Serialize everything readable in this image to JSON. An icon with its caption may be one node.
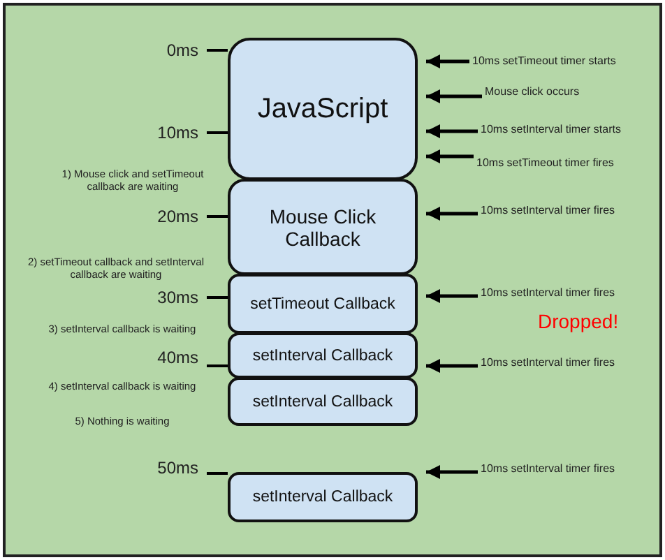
{
  "diagram": {
    "nodes": [
      {
        "text": [
          "JavaScript"
        ]
      },
      {
        "text": [
          "Mouse Click Callback"
        ]
      },
      {
        "text": [
          "setTimeout Callback"
        ]
      },
      {
        "text": [
          "setInterval Callback"
        ]
      },
      {
        "text": [
          "setInterval Callback"
        ]
      },
      {
        "text": [
          "setInterval Callback"
        ]
      },
      {
        "text": [
          "10ms setTimeout timer starts"
        ]
      },
      {
        "text": [
          "Mouse click occurs"
        ]
      },
      {
        "text": [
          "10ms setInterval timer starts"
        ]
      },
      {
        "text": [
          "10ms setTimeout timer fires"
        ]
      },
      {
        "text": [
          "10ms setInterval timer fires"
        ]
      },
      {
        "text": [
          "10ms setInterval timer fires"
        ]
      },
      {
        "text": [
          "10ms setInterval timer fires"
        ]
      },
      {
        "text": [
          "10ms setInterval timer fires"
        ]
      },
      {
        "text": [
          "0ms"
        ]
      },
      {
        "text": [
          "10ms"
        ]
      },
      {
        "text": [
          "20ms"
        ]
      },
      {
        "text": [
          "30ms"
        ]
      },
      {
        "text": [
          "40ms"
        ]
      },
      {
        "text": [
          "50ms"
        ]
      }
    ],
    "edges": [
      {
        "from": 6,
        "to": 0,
        "arrow": "to"
      },
      {
        "from": 7,
        "to": 0,
        "arrow": "to"
      },
      {
        "from": 8,
        "to": 0,
        "arrow": "to"
      },
      {
        "from": 9,
        "to": 0,
        "arrow": "to"
      },
      {
        "from": 10,
        "to": 1,
        "arrow": "to"
      },
      {
        "from": 11,
        "to": 2,
        "arrow": "to"
      },
      {
        "from": 12,
        "to": 3,
        "arrow": "to"
      },
      {
        "from": 13,
        "to": 5,
        "arrow": "to"
      },
      {
        "from": 14,
        "to": 0,
        "arrow": "none"
      },
      {
        "from": 15,
        "to": 0,
        "arrow": "none"
      },
      {
        "from": 16,
        "to": 1,
        "arrow": "none"
      },
      {
        "from": 17,
        "to": 2,
        "arrow": "none"
      },
      {
        "from": 18,
        "to": 3,
        "arrow": "none"
      },
      {
        "from": 19,
        "to": 5,
        "arrow": "none"
      }
    ],
    "labels": [
      "1) Mouse click and setTimeout callback are waiting",
      "2) setTimeout callback and setInterval callback are waiting",
      "Dropped!",
      "3) setInterval callback is waiting",
      "4) setInterval callback is waiting",
      "5) Nothing is waiting"
    ]
  }
}
